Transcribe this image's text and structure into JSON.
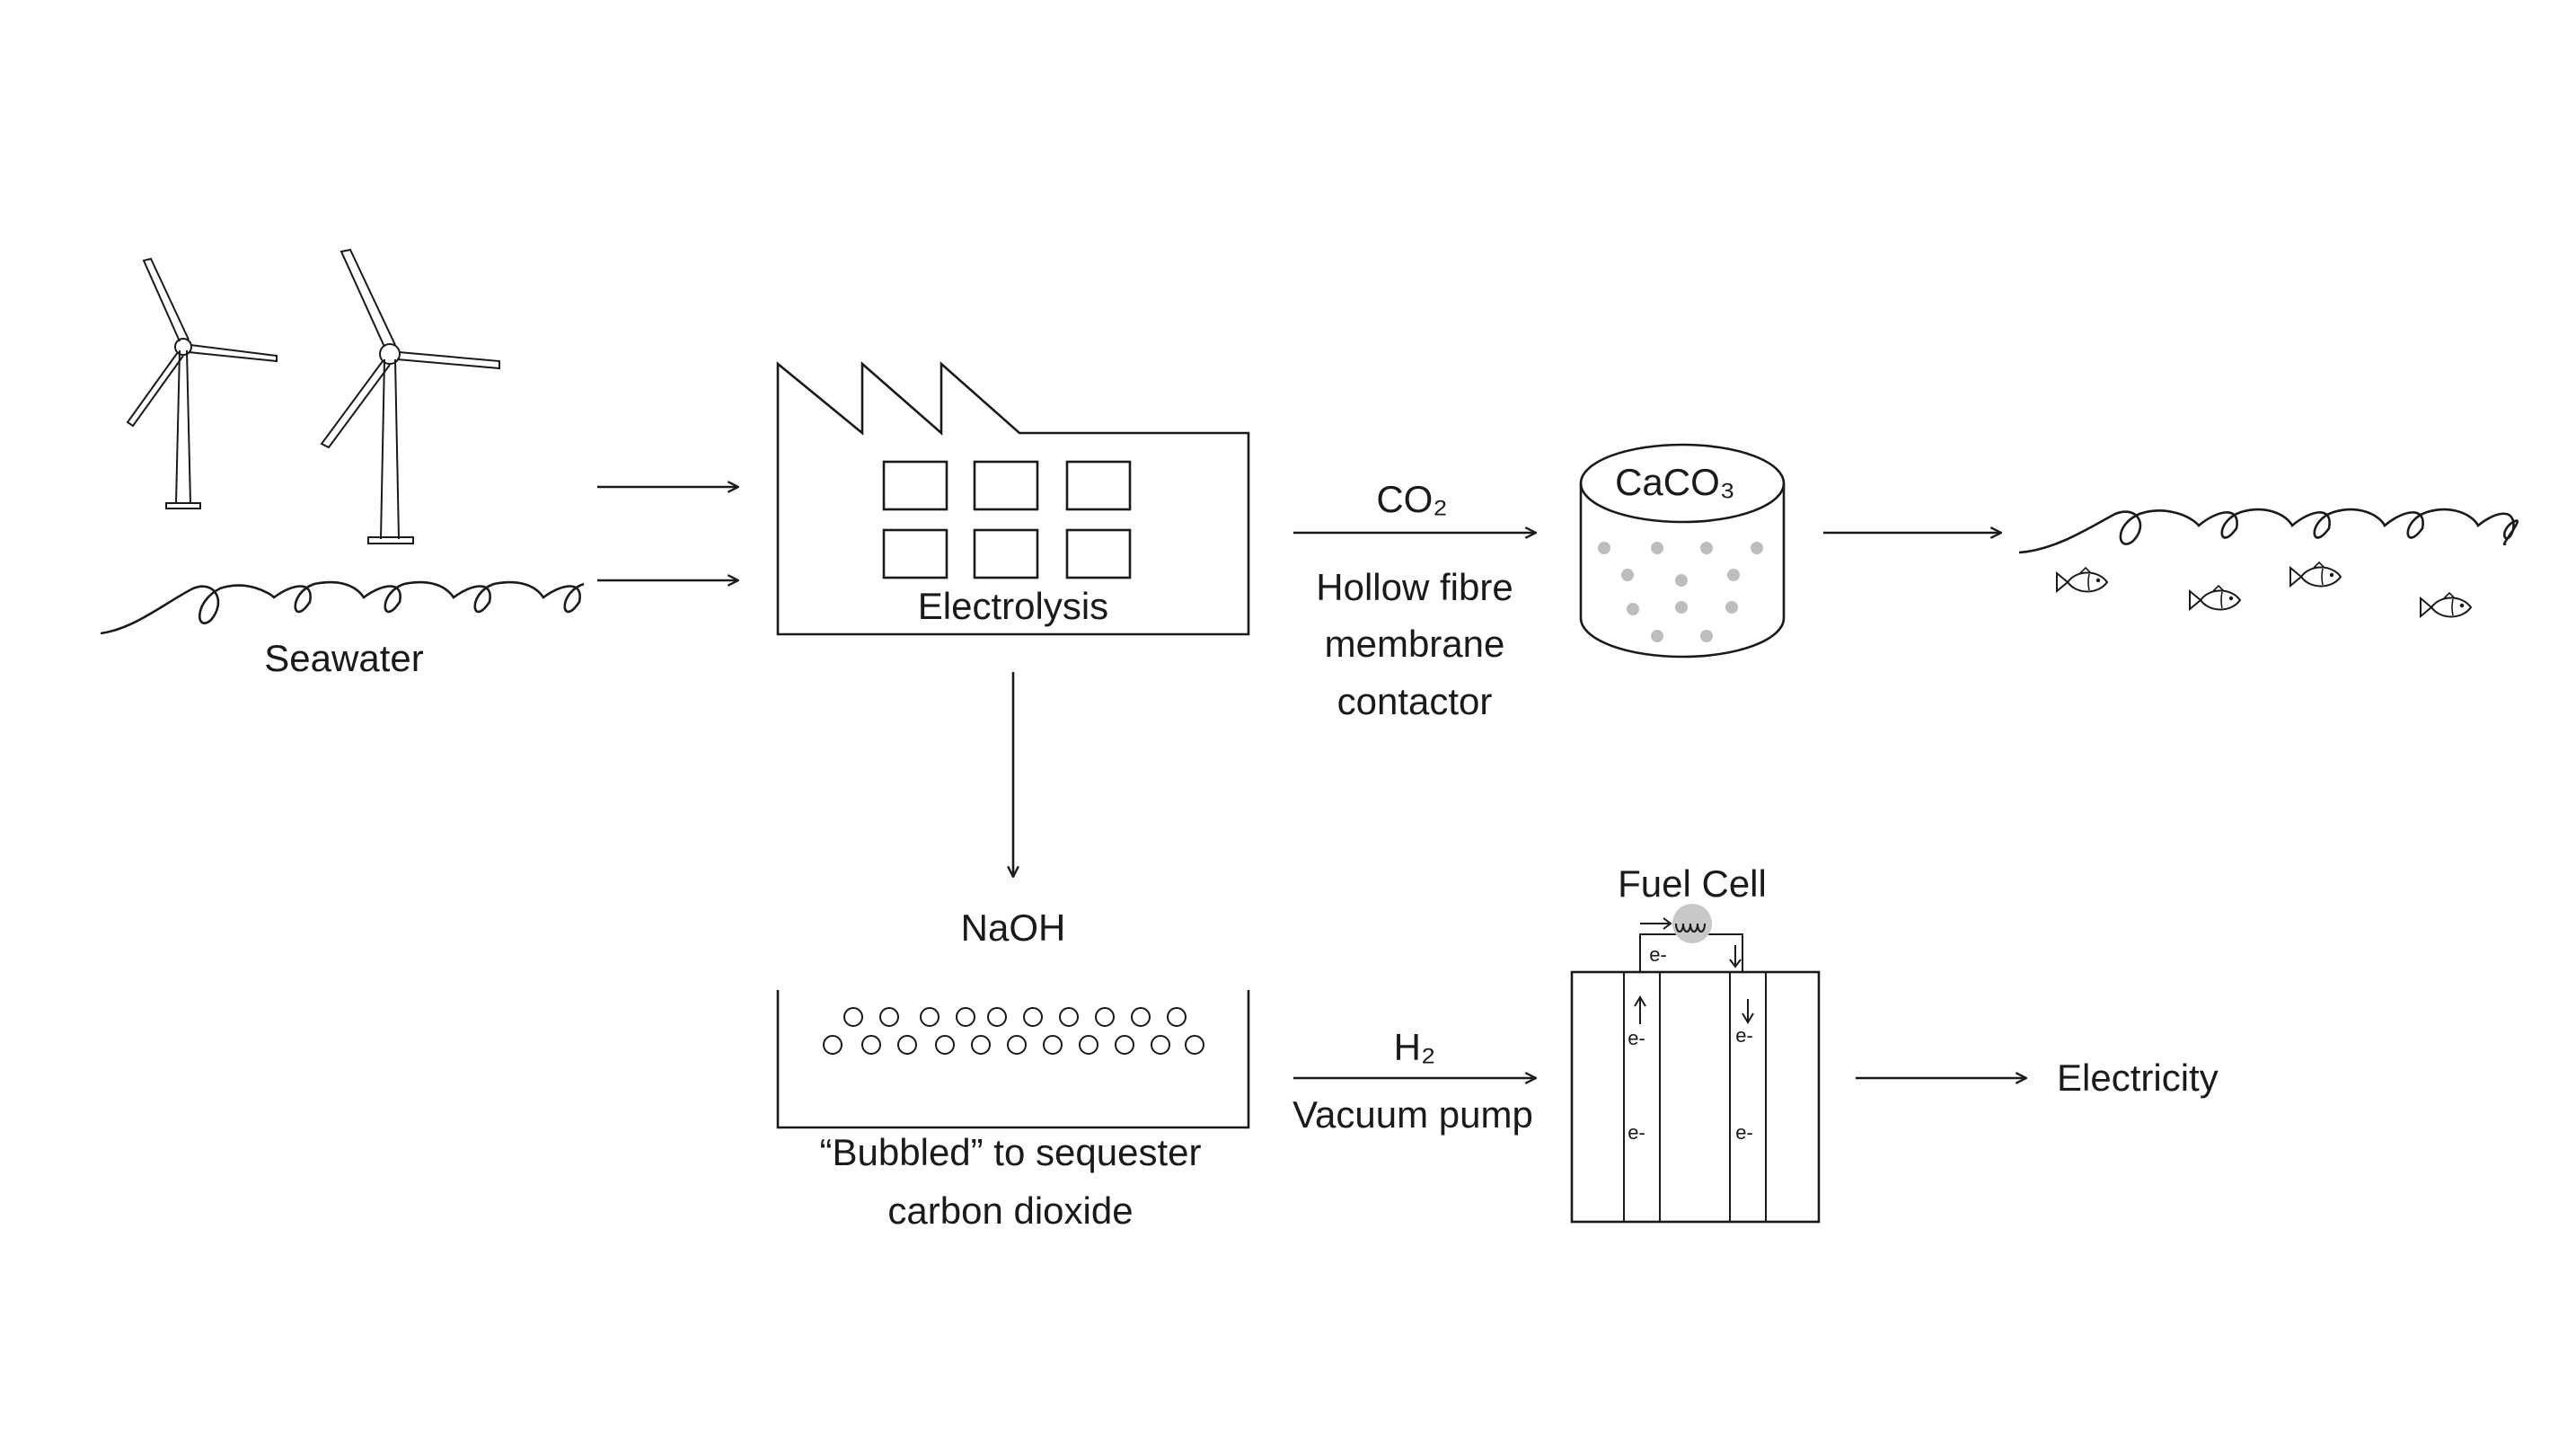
{
  "labels": {
    "seawater": "Seawater",
    "electrolysis": "Electrolysis",
    "co2": "CO₂",
    "membrane_line1": "Hollow fibre",
    "membrane_line2": "membrane",
    "membrane_line3": "contactor",
    "caco3": "CaCO₃",
    "naoh": "NaOH",
    "bubbled_line1": "“Bubbled” to sequester",
    "bubbled_line2": "carbon dioxide",
    "h2": "H₂",
    "vacuum_pump": "Vacuum pump",
    "fuel_cell": "Fuel Cell",
    "electricity": "Electricity",
    "electron": "e-"
  },
  "icons": {
    "turbines": "wind-turbine-icon",
    "waves": "wave-icon",
    "factory": "factory-icon",
    "tank": "cylinder-tank-icon",
    "fish": "fish-icon",
    "fuel_cell": "fuel-cell-icon"
  },
  "colors": {
    "line": "#1a1a1a",
    "dots": "#bdbdbd",
    "coil_glow": "#c8c8c8"
  }
}
